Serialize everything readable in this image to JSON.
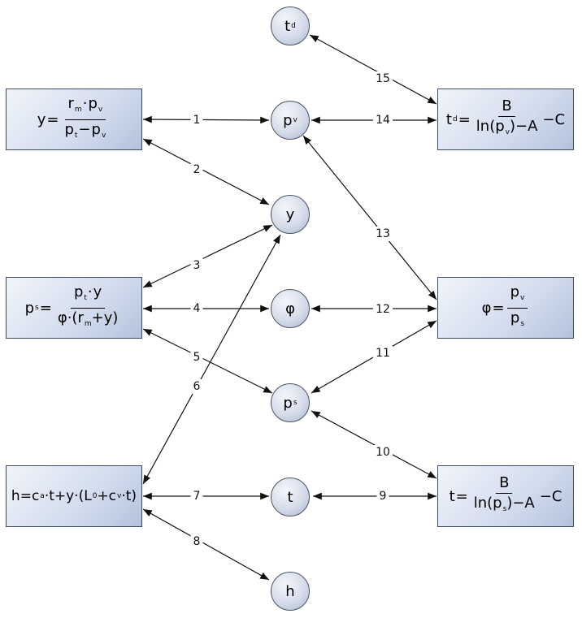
{
  "nodes": {
    "td": {
      "symbol": "t",
      "sub": "d"
    },
    "pv": {
      "symbol": "p",
      "sub": "v"
    },
    "y": {
      "symbol": "y"
    },
    "phi": {
      "symbol": "φ"
    },
    "ps": {
      "symbol": "p",
      "sub": "s"
    },
    "t": {
      "symbol": "t"
    },
    "h": {
      "symbol": "h"
    }
  },
  "equations": {
    "y_eq": {
      "lhs": "y",
      "num_a": "r",
      "num_a_sub": "m",
      "num_dot": "·",
      "num_b": "p",
      "num_b_sub": "v",
      "den_a": "p",
      "den_a_sub": "t",
      "den_op": "−",
      "den_b": "p",
      "den_b_sub": "v"
    },
    "ps_eq": {
      "lhs": "p",
      "lhs_sub": "s",
      "num_a": "p",
      "num_a_sub": "t",
      "num_dot": "·",
      "num_b": "y",
      "den": "φ·(r",
      "den_sub": "m",
      "den_tail": "+y)"
    },
    "h_eq": {
      "text_a": "h=c",
      "sub_a": "a",
      "text_b": "·t+y·(L",
      "sub_b": "0",
      "text_c": "+c",
      "sub_c": "v",
      "text_d": "·t)"
    },
    "td_eq": {
      "lhs": "t",
      "lhs_sub": "d",
      "num": "B",
      "den_a": "ln(p",
      "den_sub": "v",
      "den_b": ")−A",
      "tail": "−C"
    },
    "phi_eq": {
      "lhs": "φ",
      "num": "p",
      "num_sub": "v",
      "den": "p",
      "den_sub": "s"
    },
    "t_eq": {
      "lhs": "t",
      "num": "B",
      "den_a": "ln(p",
      "den_sub": "s",
      "den_b": ")−A",
      "tail": "−C"
    }
  },
  "edges": [
    {
      "label": "1"
    },
    {
      "label": "2"
    },
    {
      "label": "3"
    },
    {
      "label": "4"
    },
    {
      "label": "5"
    },
    {
      "label": "6"
    },
    {
      "label": "7"
    },
    {
      "label": "8"
    },
    {
      "label": "9"
    },
    {
      "label": "10"
    },
    {
      "label": "11"
    },
    {
      "label": "12"
    },
    {
      "label": "13"
    },
    {
      "label": "14"
    },
    {
      "label": "15"
    }
  ]
}
